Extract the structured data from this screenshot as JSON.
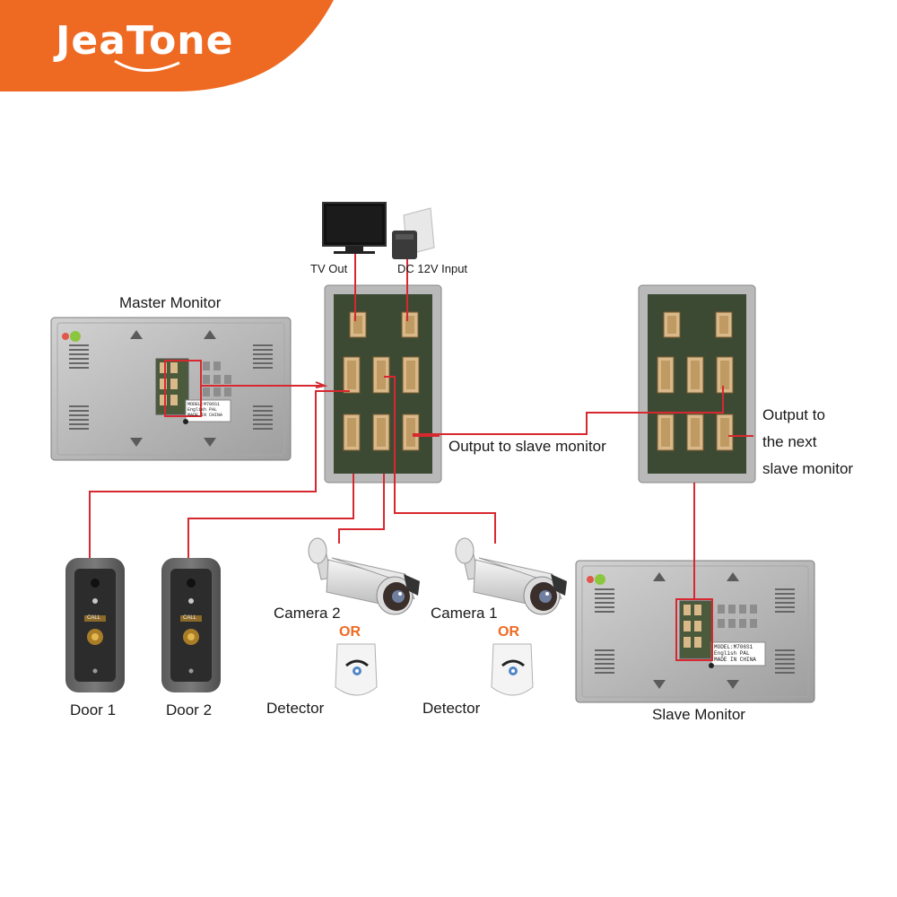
{
  "brand": {
    "name": "JeaTone",
    "color": "#ee6a22"
  },
  "devices": {
    "tv": {
      "label": "TV Out",
      "icon": "tv-icon"
    },
    "power": {
      "label": "DC 12V Input",
      "icon": "power-adapter-icon"
    },
    "master_monitor": {
      "label": "Master Monitor",
      "sticker": [
        "MODEL:M706S1",
        "English PAL",
        "MADE IN CHINA"
      ]
    },
    "slave_monitor": {
      "label": "Slave Monitor",
      "sticker": [
        "MODEL:M706S1",
        "English PAL",
        "MADE IN CHINA"
      ]
    },
    "doors": [
      {
        "label": "Door 1",
        "button_text": "CALL"
      },
      {
        "label": "Door 2",
        "button_text": "CALL"
      }
    ],
    "cameras": [
      {
        "label": "Camera 2"
      },
      {
        "label": "Camera 1"
      }
    ],
    "detectors": [
      {
        "label": "Detector"
      },
      {
        "label": "Detector"
      }
    ]
  },
  "connections": {
    "or_label": "OR",
    "output_slave": "Output to slave monitor",
    "output_next": [
      "Output to",
      "the next",
      "slave monitor"
    ]
  },
  "colors": {
    "wire": "#d7282f",
    "connector": "#d9b98a",
    "board": "#3d4a33",
    "panel": "#b8b8b8",
    "or": "#ee6a22"
  }
}
